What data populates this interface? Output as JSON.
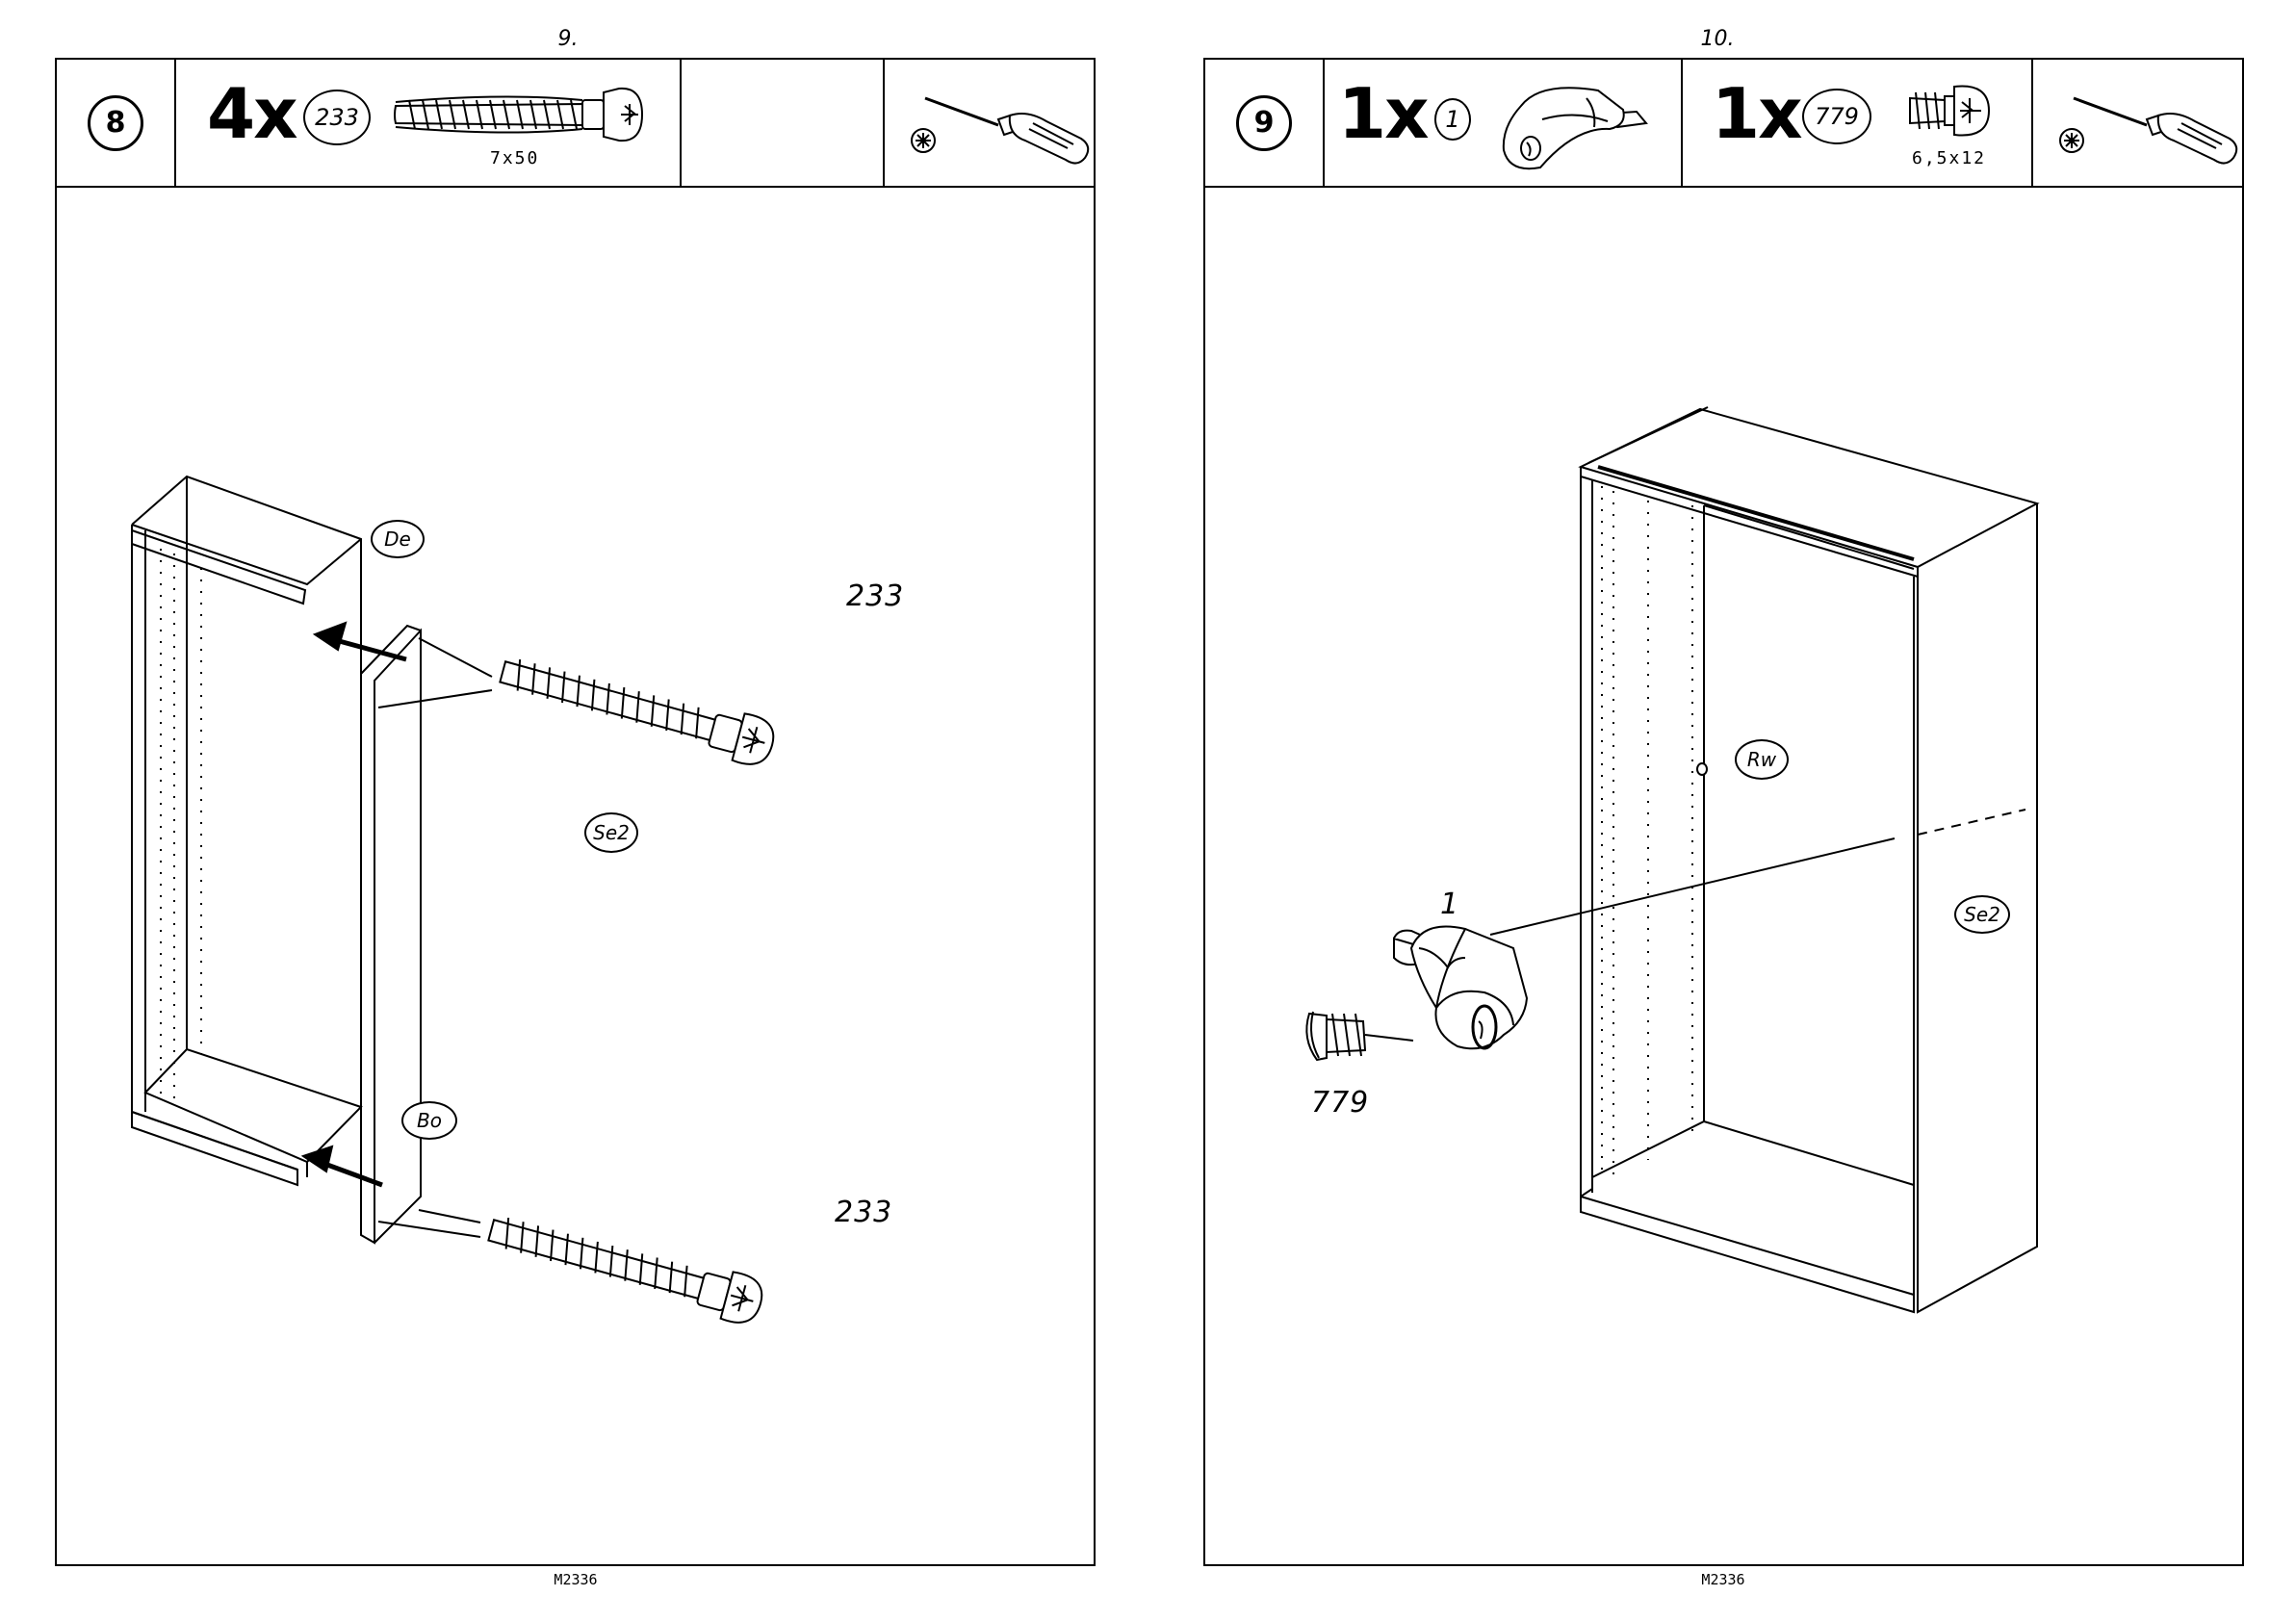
{
  "pages": [
    {
      "page_number": "9.",
      "doc_code": "M2336",
      "step": "8",
      "parts": [
        {
          "quantity": "4x",
          "part_id": "233",
          "size": "7x50",
          "icon": "screw-icon"
        }
      ],
      "tool_icon": "screwdriver-icon",
      "diagram_labels": {
        "top": "De",
        "bottom": "Bo",
        "side": "Se2",
        "fastener_top": "233",
        "fastener_bottom": "233"
      }
    },
    {
      "page_number": "10.",
      "doc_code": "M2336",
      "step": "9",
      "parts": [
        {
          "quantity": "1x",
          "part_id": "1",
          "icon": "bracket-icon"
        },
        {
          "quantity": "1x",
          "part_id": "779",
          "size": "6,5x12",
          "icon": "short-screw-icon"
        }
      ],
      "tool_icon": "screwdriver-icon",
      "diagram_labels": {
        "back": "Rw",
        "side": "Se2",
        "bracket": "1",
        "screw": "779"
      }
    }
  ]
}
